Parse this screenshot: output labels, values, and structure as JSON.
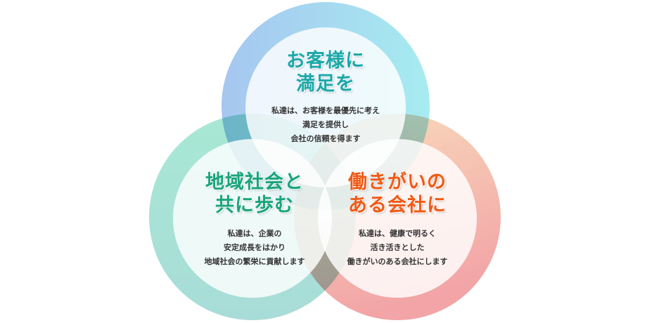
{
  "circles": [
    {
      "id": "customer",
      "title_lines": [
        "お客様に",
        "満足を"
      ],
      "body_lines": [
        "私達は、お客様を最優先に考え",
        "満足を提供し",
        "会社の信頼を得ます"
      ],
      "title_color": "#1aa8a8",
      "ring_colors": [
        "#a6c6f0",
        "#a6ecf0"
      ]
    },
    {
      "id": "community",
      "title_lines": [
        "地域社会と",
        "共に歩む"
      ],
      "body_lines": [
        "私達は、企業の",
        "安定成長をはかり",
        "地域社会の繁栄に貢献します"
      ],
      "title_color": "#18a57c",
      "ring_colors": [
        "#a8e8d4",
        "#a8dcd8"
      ]
    },
    {
      "id": "workplace",
      "title_lines": [
        "働きがいの",
        "ある会社に"
      ],
      "body_lines": [
        "私達は、健康で明るく",
        "活き活きとした",
        "働きがいのある会社にします"
      ],
      "title_color": "#f05a14",
      "ring_colors": [
        "#f9dcbc",
        "#f2a4a6"
      ]
    }
  ]
}
